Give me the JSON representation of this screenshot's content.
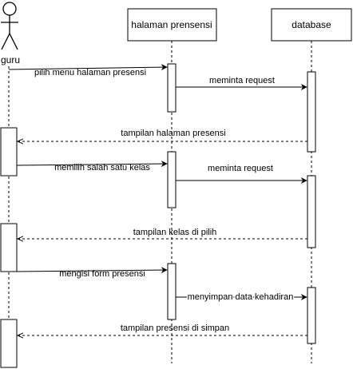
{
  "actor": {
    "label": "guru"
  },
  "participants": [
    {
      "id": "halaman",
      "label": "halaman prensensi"
    },
    {
      "id": "database",
      "label": "database"
    }
  ],
  "messages": [
    {
      "from": "guru",
      "to": "halaman",
      "kind": "sync",
      "text": "pilih menu halaman presensi"
    },
    {
      "from": "halaman",
      "to": "database",
      "kind": "sync",
      "text": "meminta request"
    },
    {
      "from": "database",
      "to": "guru",
      "kind": "return",
      "text": "tampilan halaman presensi"
    },
    {
      "from": "guru",
      "to": "halaman",
      "kind": "sync",
      "text": "memilih salah satu kelas"
    },
    {
      "from": "halaman",
      "to": "database",
      "kind": "sync",
      "text": "meminta request"
    },
    {
      "from": "database",
      "to": "guru",
      "kind": "return",
      "text": "tampilan kelas di pilih"
    },
    {
      "from": "guru",
      "to": "halaman",
      "kind": "sync",
      "text": "mengisi form presensi"
    },
    {
      "from": "halaman",
      "to": "database",
      "kind": "sync",
      "text": "menyimpan data kehadiran"
    },
    {
      "from": "database",
      "to": "guru",
      "kind": "return",
      "text": "tampilan presensi di simpan"
    }
  ],
  "colors": {
    "line": "#000000",
    "background": "#ffffff"
  }
}
